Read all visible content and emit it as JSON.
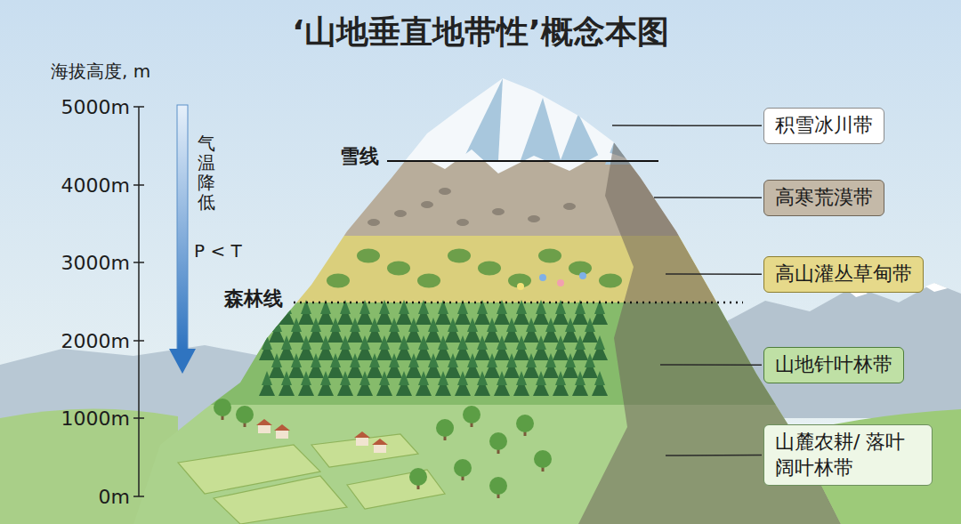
{
  "diagram": {
    "title": "‘山地垂直地带性’概念本图",
    "nodes": [
      {
        "text": [
          "积雪冰川带"
        ]
      },
      {
        "text": [
          "高寒荒漠带"
        ]
      },
      {
        "text": [
          "高山灌丛草甸带"
        ]
      },
      {
        "text": [
          "山地针叶林带"
        ]
      },
      {
        "text": [
          "山麓农耕/ 落叶阔叶林带"
        ]
      }
    ],
    "labels": [
      "海拔高度, m",
      "5000m",
      "4000m",
      "3000m",
      "2000m",
      "1000m",
      "0m",
      "气温降低",
      "P < T",
      "雪线",
      "森林线"
    ]
  }
}
